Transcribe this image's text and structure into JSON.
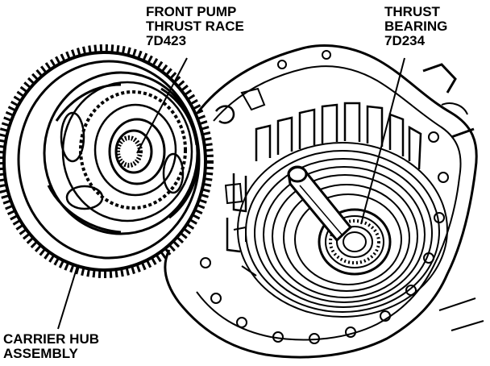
{
  "callouts": {
    "front_pump_race": {
      "line1": "FRONT PUMP",
      "line2": "THRUST RACE",
      "line3": "7D423"
    },
    "thrust_bearing": {
      "line1": "THRUST",
      "line2": "BEARING",
      "line3": "7D234"
    },
    "carrier_hub": {
      "line1": "CARRIER HUB",
      "line2": "ASSEMBLY"
    }
  },
  "colors": {
    "ink": "#000000",
    "paper": "#ffffff"
  }
}
